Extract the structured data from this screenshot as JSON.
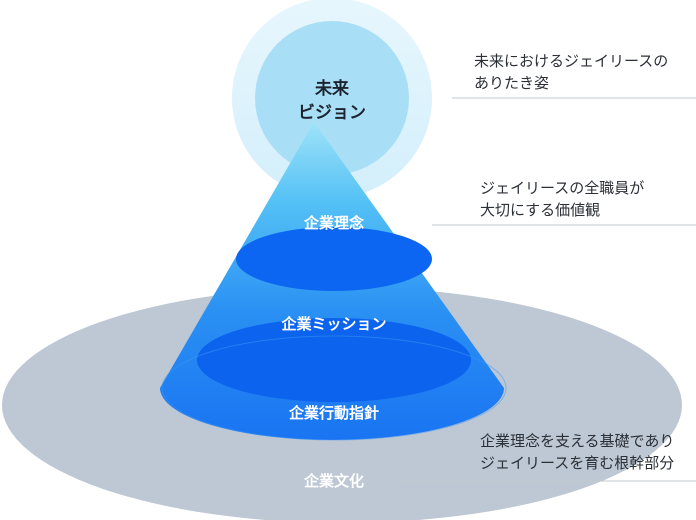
{
  "vision": {
    "line1": "未来",
    "line2": "ビジョン"
  },
  "layers": {
    "philosophy": "企業理念",
    "mission": "企業ミッション",
    "action": "企業行動指針",
    "culture": "企業文化"
  },
  "notes": {
    "vision": {
      "line1": "未来におけるジェイリースの",
      "line2": "ありたき姿"
    },
    "philosophy": {
      "line1": "ジェイリースの全職員が",
      "line2": "大切にする価値観"
    },
    "culture": {
      "line1": "企業理念を支える基礎であり",
      "line2": "ジェイリースを育む根幹部分"
    }
  },
  "colors": {
    "culture_ellipse": "#bdc6d3",
    "cone_top": "#8fdcf7",
    "cone_bottom": "#1e7bf4",
    "disc": "#0a64f0",
    "vision_halo": "#dff3fc",
    "vision_inner": "#a8def6",
    "leader_line": "#c3c8ce"
  }
}
